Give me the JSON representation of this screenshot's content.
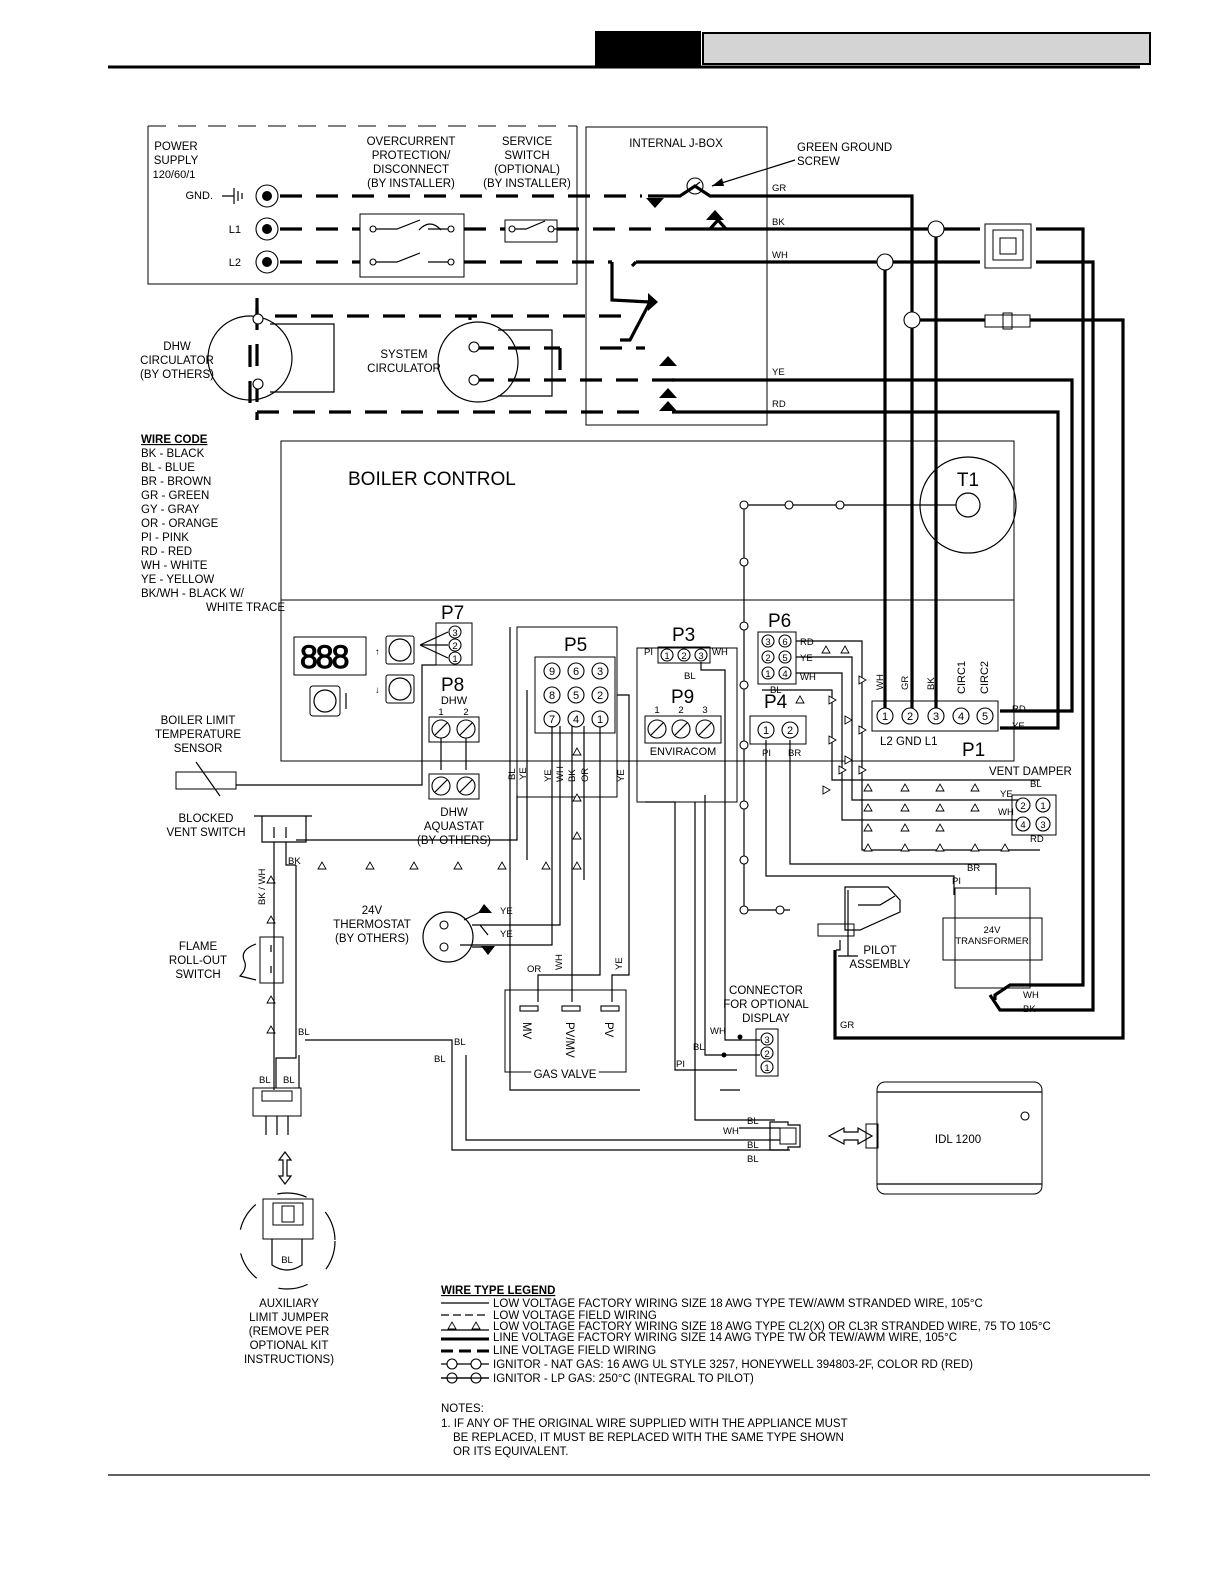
{
  "header": {
    "left_block": "",
    "right_block": ""
  },
  "power": {
    "supply": [
      "POWER",
      "SUPPLY",
      "120/60/1"
    ],
    "gnd": "GND.",
    "l1": "L1",
    "l2": "L2",
    "overcurrent": [
      "OVERCURRENT",
      "PROTECTION/",
      "DISCONNECT",
      "(BY INSTALLER)"
    ],
    "service": [
      "SERVICE",
      "SWITCH",
      "(OPTIONAL)",
      "(BY INSTALLER)"
    ],
    "jbox": "INTERNAL J-BOX",
    "ground_screw": [
      "GREEN GROUND",
      "SCREW"
    ]
  },
  "wires": {
    "gr": "GR",
    "bk": "BK",
    "wh": "WH",
    "ye": "YE",
    "rd": "RD",
    "bl": "BL",
    "or": "OR",
    "pi": "PI",
    "br": "BR",
    "bkwh": "BK / WH"
  },
  "circulators": {
    "dhw": [
      "DHW",
      "CIRCULATOR",
      "(BY OTHERS)"
    ],
    "system": [
      "SYSTEM",
      "CIRCULATOR"
    ]
  },
  "wire_code": {
    "title": "WIRE CODE",
    "items": [
      "BK - BLACK",
      "BL - BLUE",
      "BR - BROWN",
      "GR - GREEN",
      "GY - GRAY",
      "OR - ORANGE",
      "PI - PINK",
      "RD - RED",
      "WH - WHITE",
      "YE - YELLOW",
      "BK/WH - BLACK W/",
      "WHITE TRACE"
    ]
  },
  "control": {
    "title": "BOILER CONTROL",
    "t1": "T1",
    "p1": "P1",
    "p3": "P3",
    "p4": "P4",
    "p5": "P5",
    "p6": "P6",
    "p7": "P7",
    "p8": "P8",
    "p9": "P9",
    "p8_label": "DHW",
    "p8_pins": [
      "1",
      "2"
    ],
    "p9_pins": [
      "1",
      "2",
      "3"
    ],
    "enviracom": "ENVIRACOM",
    "p1_cols": [
      "WH",
      "GR",
      "BK",
      "CIRC1",
      "CIRC2"
    ],
    "p1_bottom": "L2  GND  L1",
    "p5_pins": [
      "9",
      "6",
      "3",
      "8",
      "5",
      "2",
      "7",
      "4",
      "1"
    ],
    "p6_pins": [
      "3",
      "6",
      "2",
      "5",
      "1",
      "4"
    ],
    "p3_pins": [
      "1",
      "2",
      "3"
    ],
    "p4_pins": [
      "1",
      "2"
    ],
    "p7_pins": [
      "3",
      "2",
      "1"
    ],
    "p1_pins": [
      "1",
      "2",
      "3",
      "4",
      "5"
    ],
    "p4_labels": [
      "PI",
      "BR"
    ]
  },
  "components": {
    "limit_sensor": [
      "BOILER LIMIT",
      "TEMPERATURE",
      "SENSOR"
    ],
    "blocked_vent": [
      "BLOCKED",
      "VENT SWITCH"
    ],
    "aquastat": [
      "DHW",
      "AQUASTAT",
      "(BY OTHERS)"
    ],
    "thermostat": [
      "24V",
      "THERMOSTAT",
      "(BY OTHERS)"
    ],
    "flame_rollout": [
      "FLAME",
      "ROLL-OUT",
      "SWITCH"
    ],
    "gas_valve": "GAS VALVE",
    "gv_terms": [
      "MV",
      "PV/MV",
      "PV"
    ],
    "pilot": [
      "PILOT",
      "ASSEMBLY"
    ],
    "transformer": [
      "24V",
      "TRANSFORMER"
    ],
    "vent_damper": "VENT DAMPER",
    "vd_pins": [
      "2",
      "1",
      "4",
      "3"
    ],
    "connector": [
      "CONNECTOR",
      "FOR OPTIONAL",
      "DISPLAY"
    ],
    "conn_pins": [
      "3",
      "2",
      "1"
    ],
    "idl": "IDL 1200",
    "aux_jumper": [
      "AUXILIARY",
      "LIMIT JUMPER",
      "(REMOVE PER",
      "OPTIONAL KIT",
      "INSTRUCTIONS)"
    ]
  },
  "legend": {
    "title": "WIRE TYPE LEGEND",
    "items": [
      "LOW VOLTAGE FACTORY WIRING SIZE 18 AWG TYPE TEW/AWM STRANDED WIRE, 105°C",
      "LOW VOLTAGE FIELD WIRING",
      "LOW VOLTAGE FACTORY WIRING SIZE 18 AWG TYPE CL2(X) OR CL3R STRANDED WIRE, 75 TO 105°C",
      "LINE VOLTAGE FACTORY WIRING SIZE 14 AWG TYPE TW OR TEW/AWM WIRE, 105°C",
      "LINE VOLTAGE FIELD WIRING",
      "IGNITOR - NAT GAS: 16 AWG UL STYLE 3257, HONEYWELL 394803-2F, COLOR RD (RED)",
      "IGNITOR - LP GAS: 250°C (INTEGRAL TO PILOT)"
    ]
  },
  "notes": {
    "title": "NOTES:",
    "lines": [
      "1. IF ANY OF THE ORIGINAL WIRE SUPPLIED WITH THE APPLIANCE MUST",
      "BE REPLACED, IT MUST BE REPLACED WITH THE SAME TYPE SHOWN",
      "OR ITS EQUIVALENT."
    ]
  }
}
